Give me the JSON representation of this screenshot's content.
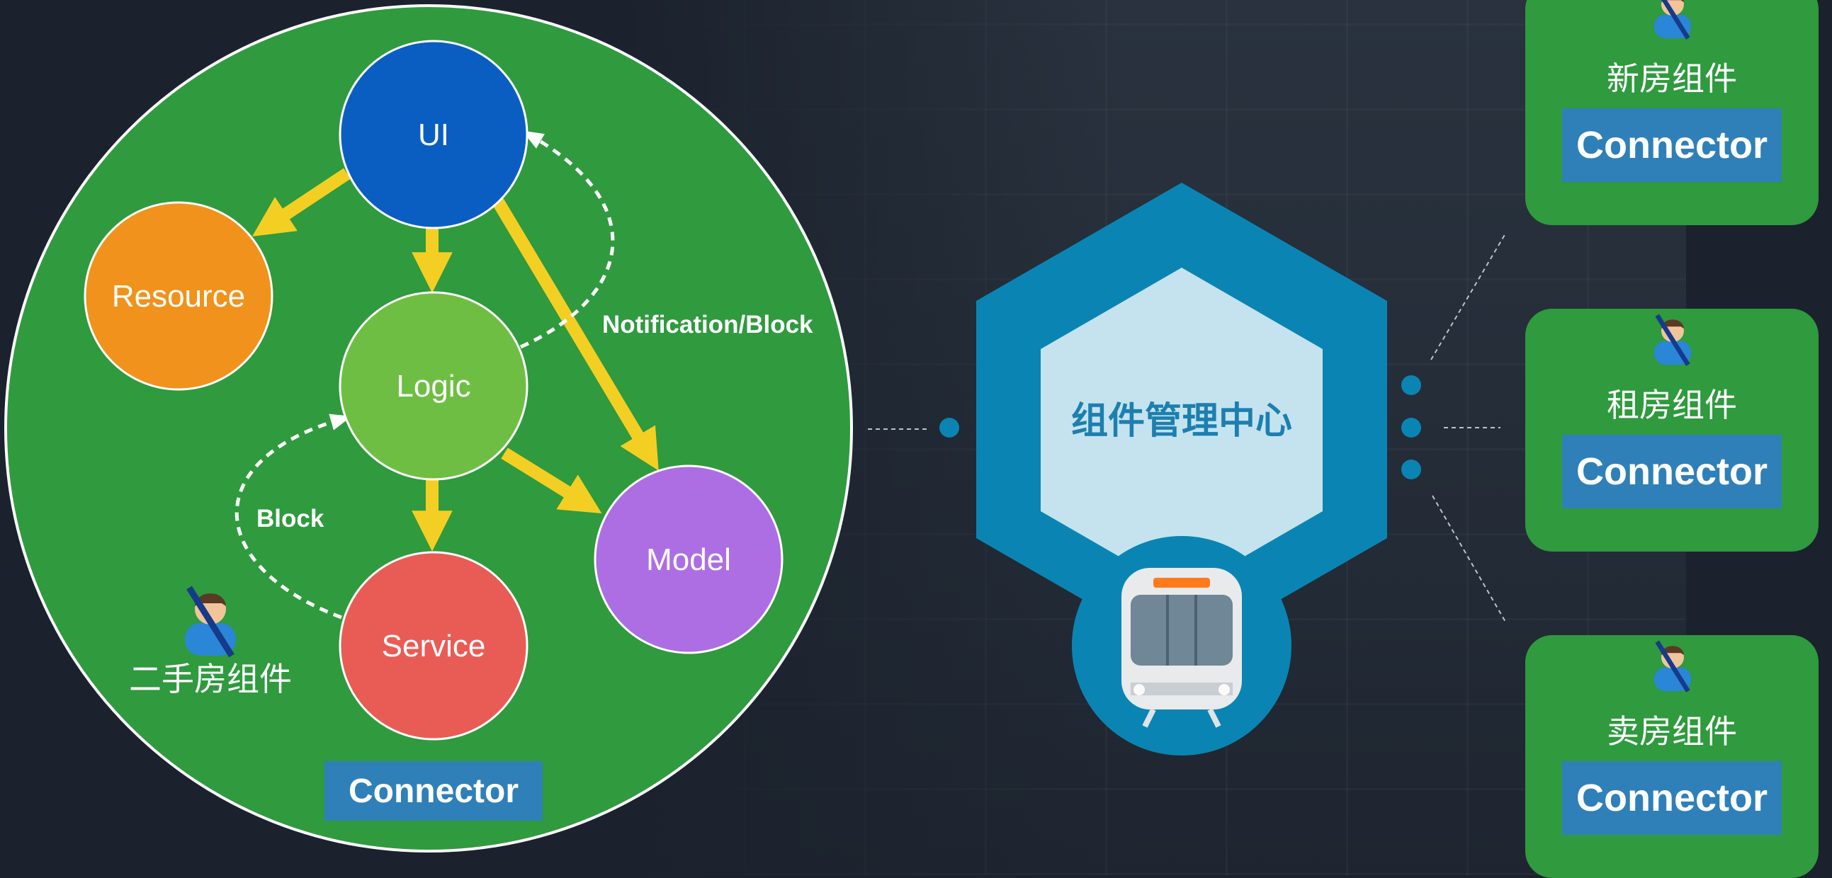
{
  "component": {
    "name": "二手房组件",
    "nodes": {
      "ui": "UI",
      "resource": "Resource",
      "logic": "Logic",
      "service": "Service",
      "model": "Model"
    },
    "edge_labels": {
      "notification": "Notification/Block",
      "block": "Block"
    },
    "connector": "Connector"
  },
  "hub": {
    "label": "组件管理中心"
  },
  "cards": [
    {
      "title": "新房组件",
      "connector": "Connector"
    },
    {
      "title": "租房组件",
      "connector": "Connector"
    },
    {
      "title": "卖房组件",
      "connector": "Connector"
    }
  ],
  "colors": {
    "background": "#1b222d",
    "component_green": "#2f9a3e",
    "ui": "#0a5ec2",
    "resource": "#f0921b",
    "logic": "#6fbe44",
    "service": "#e95c55",
    "model": "#ad6ee3",
    "arrow": "#f4cf23",
    "hub_outer": "#0a85b3",
    "hub_inner": "#c5e3ee",
    "hub_text": "#1c7fb0",
    "connector": "#2f80b8"
  },
  "icons": [
    "person-icon",
    "train-icon"
  ]
}
